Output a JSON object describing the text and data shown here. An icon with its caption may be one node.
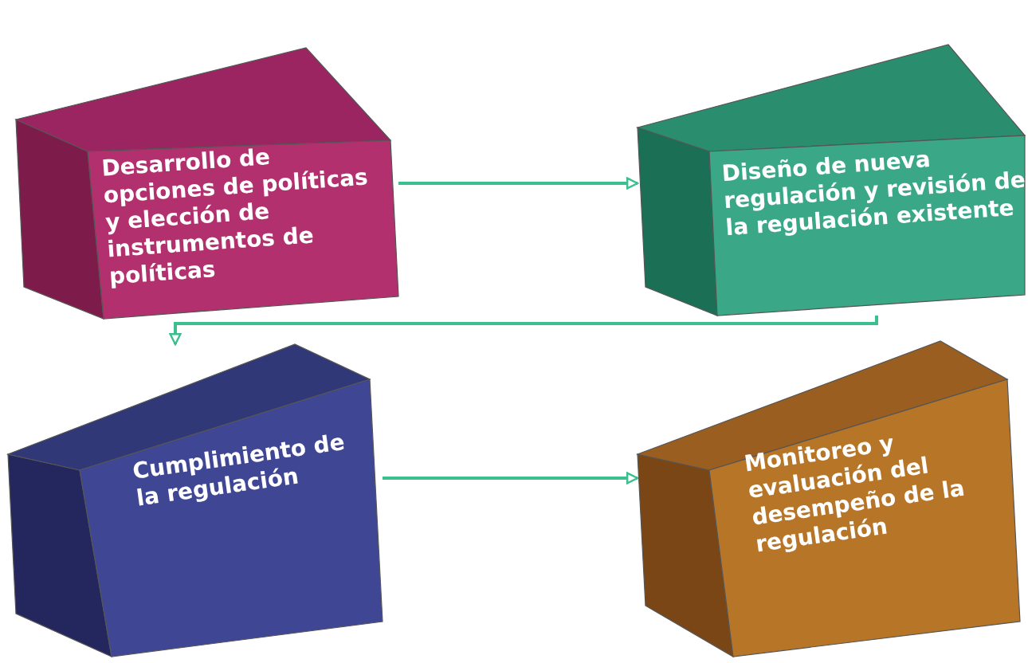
{
  "diagram": {
    "nodes": [
      {
        "text": [
          "Desarrollo de opciones de políticas y elección de instrumentos de políticas"
        ]
      },
      {
        "text": [
          "Diseño de nueva regulación y revisión de la regulación existente"
        ]
      },
      {
        "text": [
          "Cumplimiento de la regulación"
        ]
      },
      {
        "text": [
          "Monitoreo y evaluación del desempeño de la regulación"
        ]
      }
    ],
    "edges": [
      {
        "from": 0,
        "to": 1,
        "arrow": "to"
      },
      {
        "from": 1,
        "to": 2,
        "arrow": "to"
      },
      {
        "from": 2,
        "to": 3,
        "arrow": "to"
      }
    ]
  }
}
